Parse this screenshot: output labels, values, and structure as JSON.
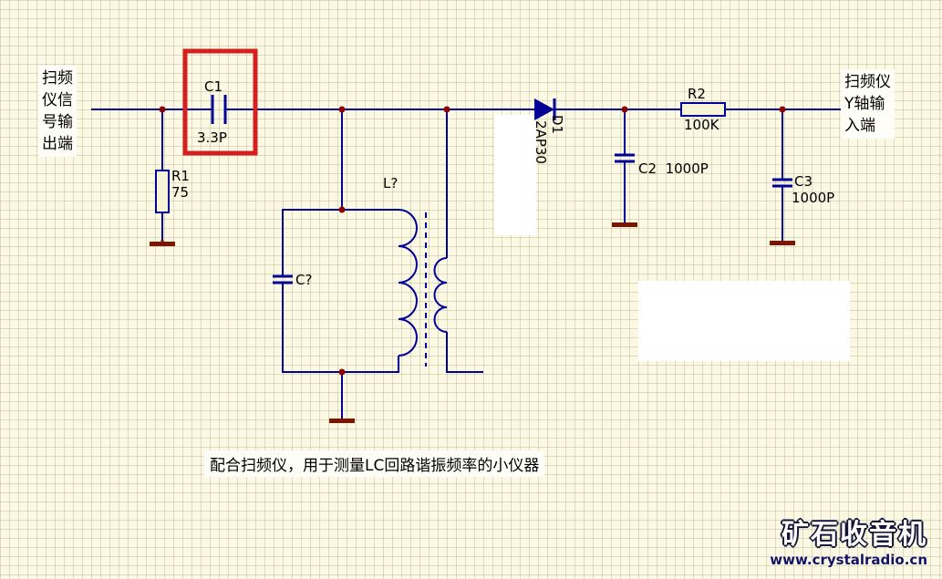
{
  "schematic": {
    "left_terminal": {
      "lines": [
        "扫频",
        "仪信",
        "号输",
        "出端"
      ]
    },
    "right_terminal": {
      "lines": [
        "扫频仪",
        "Y轴输",
        "入端"
      ]
    },
    "caption": "配合扫频仪，用于测量LC回路谐振频率的小仪器",
    "components": {
      "c1": {
        "ref": "C1",
        "value": "3.3P"
      },
      "r1": {
        "ref": "R1",
        "value": "75"
      },
      "tank_capacitor": {
        "ref": "C?"
      },
      "tank_inductor": {
        "ref": "L?"
      },
      "d1": {
        "ref": "D1",
        "value": "2AP30"
      },
      "c2": {
        "ref": "C2",
        "value": "1000P"
      },
      "r2": {
        "ref": "R2",
        "value": "100K"
      },
      "c3": {
        "ref": "C3",
        "value": "1000P"
      }
    },
    "watermark": {
      "title": "矿石收音机",
      "url": "www.crystalradio.cn"
    },
    "colors": {
      "wire": "#000096",
      "junction": "#8b0000",
      "ground": "#7a1500",
      "highlight": "#d42020",
      "background": "#fbf9e4"
    }
  }
}
